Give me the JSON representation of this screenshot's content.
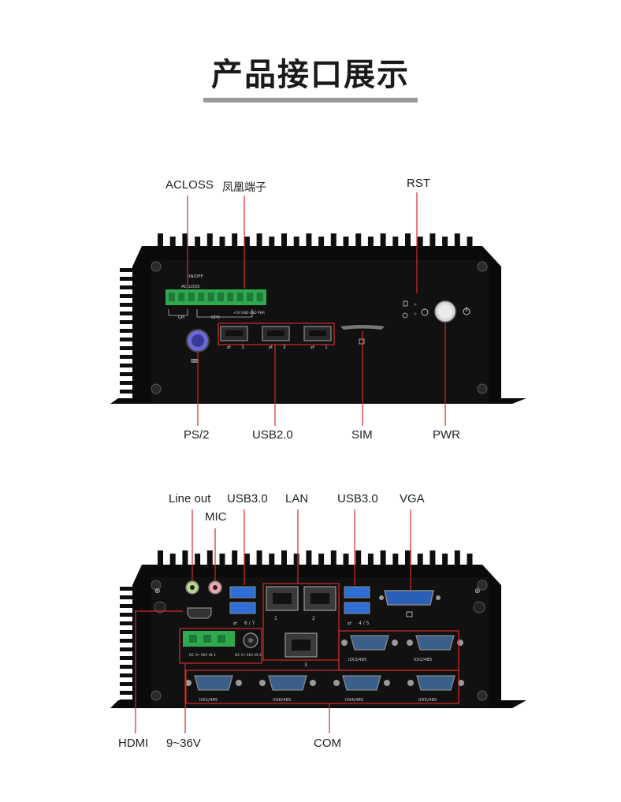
{
  "page": {
    "title": "产品接口展示"
  },
  "colors": {
    "leader": "#d42a2a",
    "chassis": "#0d0d0d",
    "terminal": "#2fa84f",
    "usb3": "#2d6fd6",
    "vga": "#2a5fb8"
  },
  "front_panel": {
    "callouts": {
      "acloss": "ACLOSS",
      "phoenix": "凤凰端子",
      "rst": "RST",
      "ps2": "PS/2",
      "usb20": "USB2.0",
      "sim": "SIM",
      "pwr": "PWR"
    },
    "silkscreen": {
      "onoff": "ON/OFF",
      "acloss": "AC LOSS",
      "gpi": "GPI",
      "gpo": "GPO",
      "term_pins": "+5V GND GND PWR",
      "usb_1": "3",
      "usb_2": "2",
      "usb_3": "1"
    }
  },
  "rear_panel": {
    "callouts": {
      "line_out": "Line out",
      "mic": "MIC",
      "usb30_left": "USB3.0",
      "lan": "LAN",
      "usb30_right": "USB3.0",
      "vga": "VGA",
      "hdmi": "HDMI",
      "power": "9~36V",
      "com": "COM"
    },
    "silkscreen": {
      "usb67": "6 / 7",
      "usb45": "4 / 5",
      "lan1": "1",
      "lan2": "2",
      "lan3": "3",
      "dc_in1": "DC 9~36V IN 1",
      "dc_in2": "DC 9~36V IN 2",
      "com3": "IOI3/485",
      "com2": "IOI2/485",
      "com1": "IOI1/485",
      "com6": "IOI6/485",
      "com4": "IOI4/485",
      "com5": "IOI5/485"
    }
  }
}
